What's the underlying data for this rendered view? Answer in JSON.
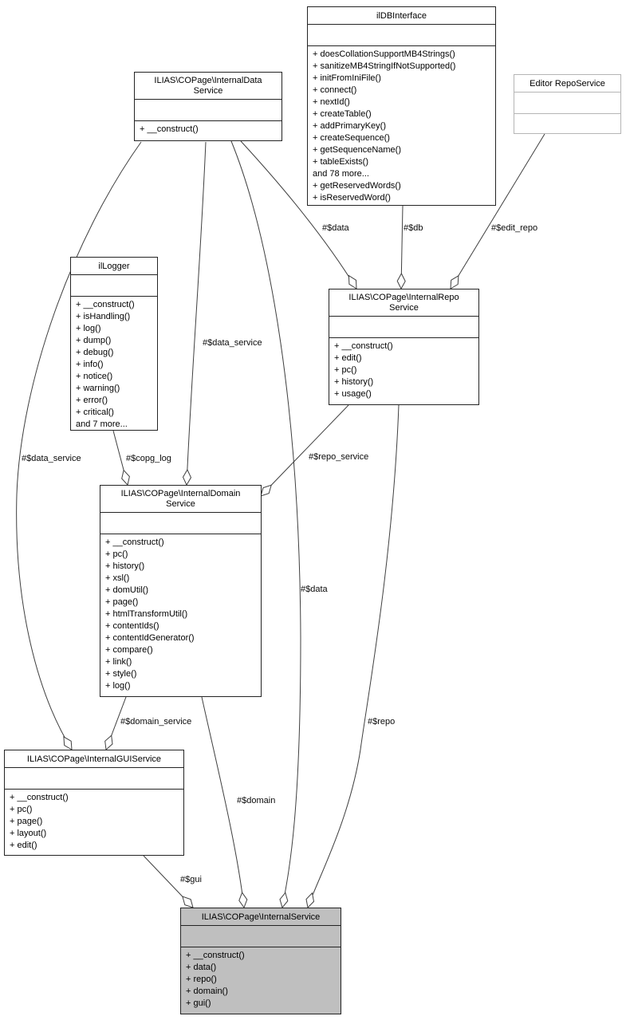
{
  "diagram": {
    "classes": {
      "db_interface": {
        "title": "ilDBInterface",
        "methods": [
          "+ doesCollationSupportMB4Strings()",
          "+ sanitizeMB4StringIfNotSupported()",
          "+ initFromIniFile()",
          "+ connect()",
          "+ nextId()",
          "+ createTable()",
          "+ addPrimaryKey()",
          "+ createSequence()",
          "+ getSequenceName()",
          "+ tableExists()",
          "and 78 more...",
          "+ getReservedWords()",
          "+ isReservedWord()"
        ]
      },
      "data_service": {
        "title": "ILIAS\\COPage\\InternalDataService",
        "methods": [
          "+ __construct()"
        ]
      },
      "editor_repo": {
        "title": "Editor RepoService",
        "methods": []
      },
      "logger": {
        "title": "ilLogger",
        "methods": [
          "+ __construct()",
          "+ isHandling()",
          "+ log()",
          "+ dump()",
          "+ debug()",
          "+ info()",
          "+ notice()",
          "+ warning()",
          "+ error()",
          "+ critical()",
          "and 7 more..."
        ]
      },
      "repo_service": {
        "title": "ILIAS\\COPage\\InternalRepoService",
        "methods": [
          "+ __construct()",
          "+ edit()",
          "+ pc()",
          "+ history()",
          "+ usage()"
        ]
      },
      "domain_service": {
        "title": "ILIAS\\COPage\\InternalDomainService",
        "methods": [
          "+ __construct()",
          "+ pc()",
          "+ history()",
          "+ xsl()",
          "+ domUtil()",
          "+ page()",
          "+ htmlTransformUtil()",
          "+ contentIds()",
          "+ contentIdGenerator()",
          "+ compare()",
          "+ link()",
          "+ style()",
          "+ log()"
        ]
      },
      "gui_service": {
        "title": "ILIAS\\COPage\\InternalGUIService",
        "methods": [
          "+ __construct()",
          "+ pc()",
          "+ page()",
          "+ layout()",
          "+ edit()"
        ]
      },
      "internal_service": {
        "title": "ILIAS\\COPage\\InternalService",
        "methods": [
          "+ __construct()",
          "+ data()",
          "+ repo()",
          "+ domain()",
          "+ gui()"
        ]
      }
    },
    "edges": [
      {
        "label": "#$data",
        "from": "ILIAS\\COPage\\InternalDataService",
        "to": "ILIAS\\COPage\\InternalRepoService"
      },
      {
        "label": "#$db",
        "from": "ilDBInterface",
        "to": "ILIAS\\COPage\\InternalRepoService"
      },
      {
        "label": "#$edit_repo",
        "from": "Editor RepoService",
        "to": "ILIAS\\COPage\\InternalRepoService"
      },
      {
        "label": "#$data_service",
        "from": "ILIAS\\COPage\\InternalDataService",
        "to": "ILIAS\\COPage\\InternalDomainService"
      },
      {
        "label": "#$data_service",
        "from": "ILIAS\\COPage\\InternalDataService",
        "to": "ILIAS\\COPage\\InternalGUIService"
      },
      {
        "label": "#$copg_log",
        "from": "ilLogger",
        "to": "ILIAS\\COPage\\InternalDomainService"
      },
      {
        "label": "#$repo_service",
        "from": "ILIAS\\COPage\\InternalRepoService",
        "to": "ILIAS\\COPage\\InternalDomainService"
      },
      {
        "label": "#$domain_service",
        "from": "ILIAS\\COPage\\InternalDomainService",
        "to": "ILIAS\\COPage\\InternalGUIService"
      },
      {
        "label": "#$data",
        "from": "ILIAS\\COPage\\InternalDataService",
        "to": "ILIAS\\COPage\\InternalService"
      },
      {
        "label": "#$repo",
        "from": "ILIAS\\COPage\\InternalRepoService",
        "to": "ILIAS\\COPage\\InternalService"
      },
      {
        "label": "#$domain",
        "from": "ILIAS\\COPage\\InternalDomainService",
        "to": "ILIAS\\COPage\\InternalService"
      },
      {
        "label": "#$gui",
        "from": "ILIAS\\COPage\\InternalGUIService",
        "to": "ILIAS\\COPage\\InternalService"
      }
    ],
    "colors": {
      "box_fill": "#ffffff",
      "highlight_fill": "#bfbfbf",
      "box_border": "#242424",
      "undocumented_border": "#b5b5b5",
      "edge": "#3f3f3f",
      "text": "#000000"
    }
  }
}
